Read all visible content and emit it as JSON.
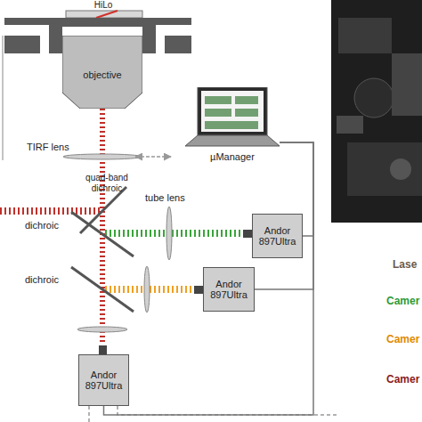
{
  "diagram": {
    "nodes": [
      {
        "text": [
          "objective"
        ]
      },
      {
        "text": [
          "µManager"
        ]
      },
      {
        "text": [
          "Andor 897Ultra"
        ]
      },
      {
        "text": [
          "Andor 897Ultra"
        ]
      },
      {
        "text": [
          "Andor 897Ultra"
        ]
      }
    ],
    "edges": [
      {
        "from": 1,
        "to": 2,
        "arrow": "none"
      },
      {
        "from": 1,
        "to": 3,
        "arrow": "none"
      },
      {
        "from": 1,
        "to": 4,
        "arrow": "none"
      }
    ],
    "labels": [
      "HiLo",
      "TIRF lens",
      "quad-band dichroic",
      "dichroic",
      "dichroic",
      "tube lens",
      "Lase",
      "Camer",
      "Camer",
      "Camer"
    ]
  }
}
